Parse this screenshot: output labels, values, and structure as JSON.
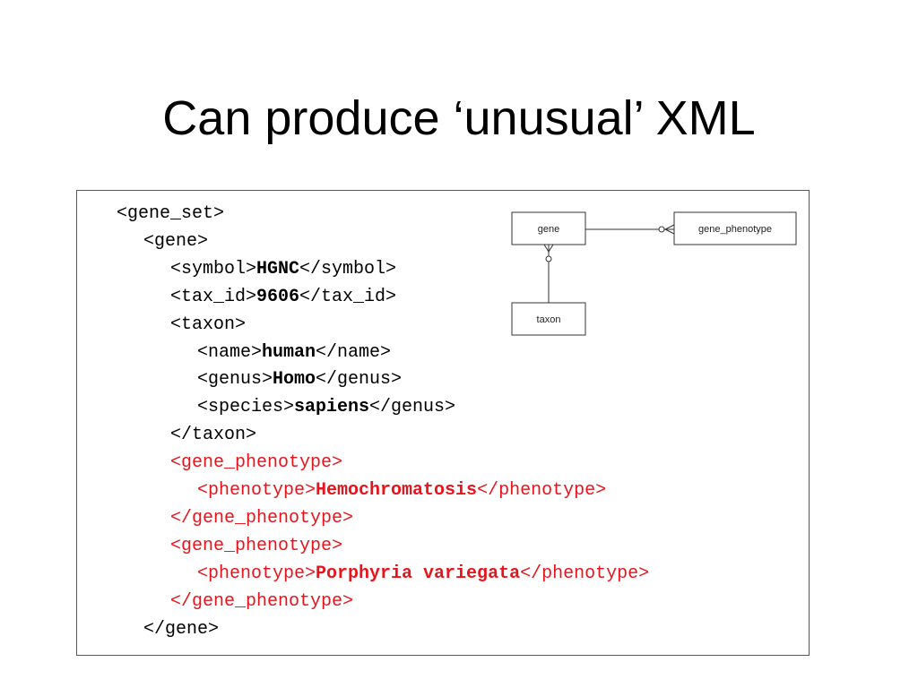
{
  "slide": {
    "title": "Can produce ‘unusual’ XML"
  },
  "xml_lines": [
    {
      "open": "<gene_set>",
      "value": "",
      "close": "",
      "color": "black"
    },
    {
      "open": "<gene>",
      "value": "",
      "close": "",
      "color": "black"
    },
    {
      "open": "<symbol>",
      "value": "HGNC",
      "close": "</symbol>",
      "color": "black"
    },
    {
      "open": "<tax_id>",
      "value": "9606",
      "close": "</tax_id>",
      "color": "black"
    },
    {
      "open": "<taxon>",
      "value": "",
      "close": "",
      "color": "black"
    },
    {
      "open": "<name>",
      "value": "human",
      "close": "</name>",
      "color": "black"
    },
    {
      "open": "<genus>",
      "value": "Homo",
      "close": "</genus>",
      "color": "black"
    },
    {
      "open": "<species>",
      "value": "sapiens",
      "close": "</genus>",
      "color": "black"
    },
    {
      "open": "</taxon>",
      "value": "",
      "close": "",
      "color": "black"
    },
    {
      "open": "<gene_phenotype>",
      "value": "",
      "close": "",
      "color": "red"
    },
    {
      "open": "<phenotype>",
      "value": "Hemochromatosis",
      "close": "</phenotype>",
      "color": "red"
    },
    {
      "open": "</gene_phenotype>",
      "value": "",
      "close": "",
      "color": "red"
    },
    {
      "open": "<gene_phenotype>",
      "value": "",
      "close": "",
      "color": "red"
    },
    {
      "open": "<phenotype>",
      "value": "Porphyria variegata",
      "close": "</phenotype>",
      "color": "red"
    },
    {
      "open": "</gene_phenotype>",
      "value": "",
      "close": "",
      "color": "red"
    },
    {
      "open": "</gene>",
      "value": "",
      "close": "",
      "color": "black"
    }
  ],
  "diagram": {
    "entities": {
      "gene": "gene",
      "gene_phenotype": "gene_phenotype",
      "taxon": "taxon"
    }
  },
  "colors": {
    "highlight": "#e8141c",
    "text": "#000000",
    "border": "#555555"
  }
}
